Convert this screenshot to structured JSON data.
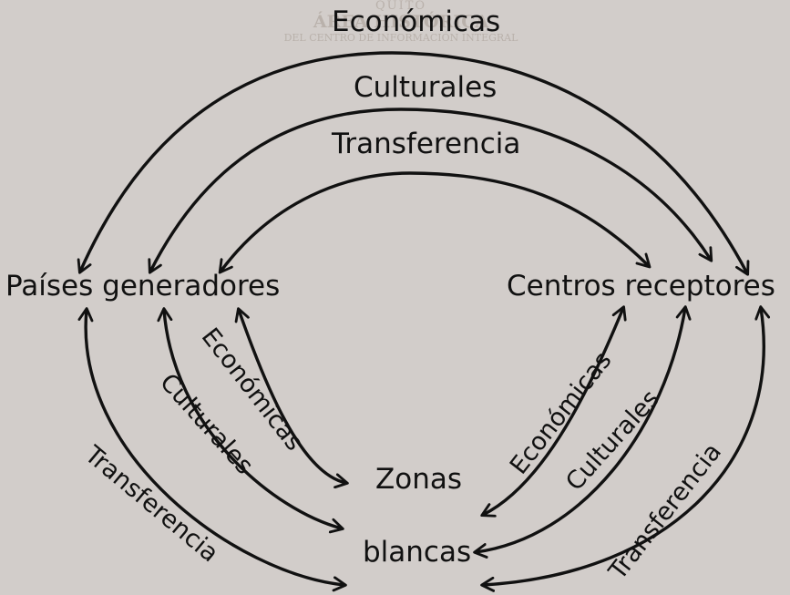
{
  "watermark": {
    "line1": "QUITO",
    "line2": "ÁREA HISTÓRICA",
    "line3": "DEL CENTRO DE INFORMACIÓN INTEGRAL"
  },
  "diagram": {
    "top_flows": [
      "Económicas",
      "Culturales",
      "Transferencia"
    ],
    "left_node": "Países generadores",
    "right_node": "Centros receptores",
    "bottom_node_line1": "Zonas",
    "bottom_node_line2": "blancas",
    "left_diagonal": [
      "Económicas",
      "Culturales",
      "Transferencia"
    ],
    "right_diagonal": [
      "Económicas",
      "Culturales",
      "Transferencia"
    ]
  }
}
